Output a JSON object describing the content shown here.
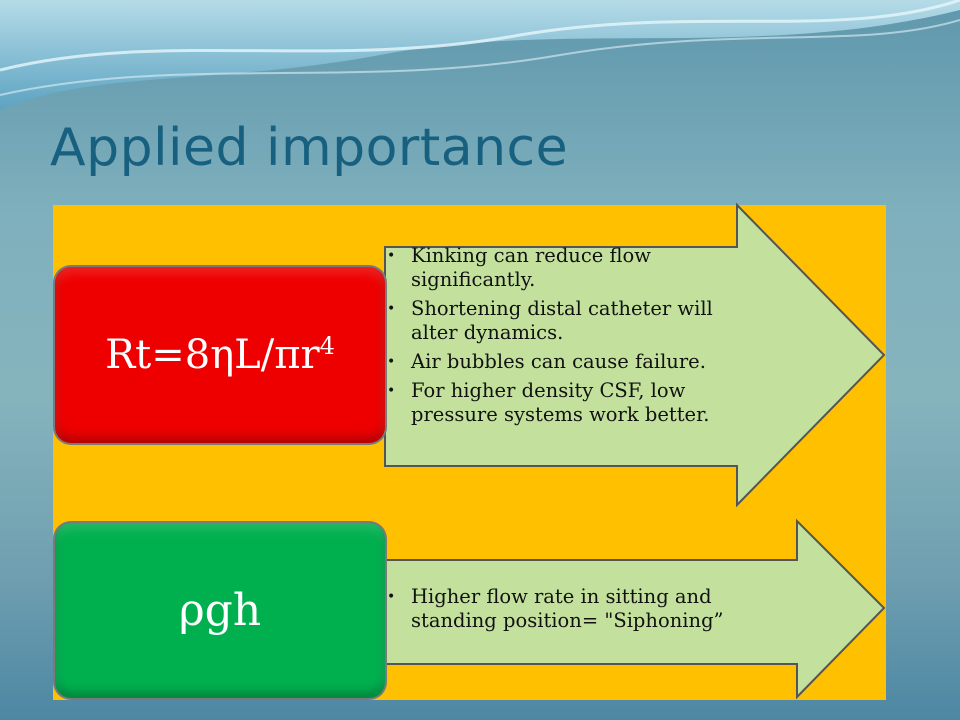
{
  "slide": {
    "title": "Applied importance",
    "colors": {
      "panel": "#ffc000",
      "red_box": "#ee0000",
      "green_box": "#00b04f",
      "arrow_fill": "#c3e19c",
      "title": "#17607f"
    }
  },
  "rows": [
    {
      "formula_main": "Rt=8ηL/πr",
      "formula_exp": "4",
      "bullets": [
        "Kinking can reduce flow significantly.",
        "Shortening distal catheter  will alter dynamics.",
        "Air bubbles can cause failure.",
        "For higher density CSF, low pressure systems work better."
      ]
    },
    {
      "formula_main": "ρgh",
      "bullets": [
        " Higher flow rate in sitting and standing position= \"Siphoning”"
      ]
    }
  ]
}
